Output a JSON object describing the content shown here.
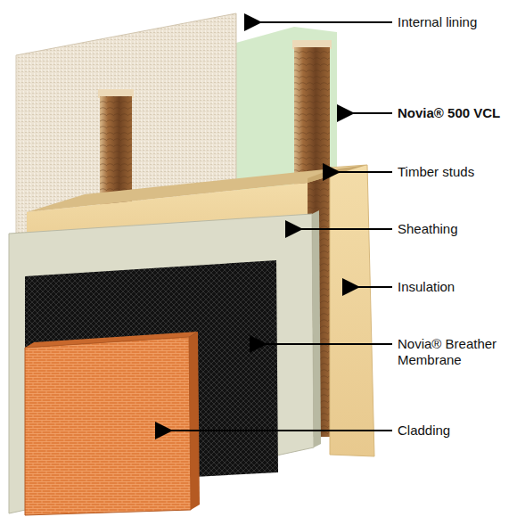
{
  "diagram": {
    "labels": [
      "Internal lining",
      "Novia® 500 VCL",
      "Timber studs",
      "Sheathing",
      "Insulation",
      "Novia® Breather Membrane",
      "Cladding"
    ]
  }
}
